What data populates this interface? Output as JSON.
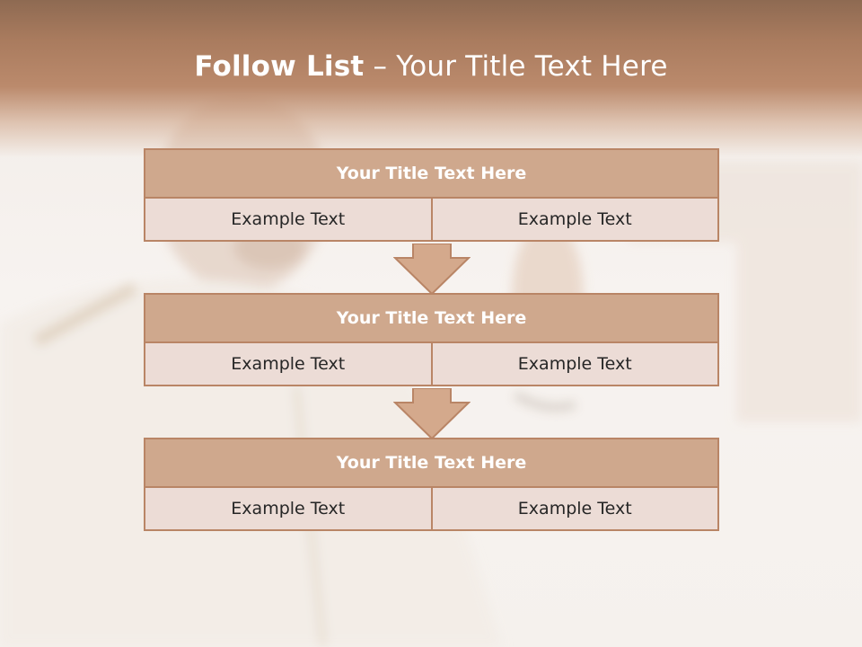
{
  "slide": {
    "title_bold": "Follow List",
    "title_rest": " – Your Title Text Here"
  },
  "blocks": [
    {
      "title": "Your Title Text Here",
      "cells": [
        "Example Text",
        "Example Text"
      ]
    },
    {
      "title": "Your Title Text Here",
      "cells": [
        "Example Text",
        "Example Text"
      ]
    },
    {
      "title": "Your Title Text Here",
      "cells": [
        "Example Text",
        "Example Text"
      ]
    }
  ],
  "colors": {
    "header_band": "#a97b5e",
    "block_title_fill": "#cfa88d",
    "block_border": "#b98566",
    "cell_fill": "#ecdcd6",
    "arrow_fill": "#d4a98c"
  },
  "icons": [
    "down-arrow-icon",
    "down-arrow-icon"
  ]
}
